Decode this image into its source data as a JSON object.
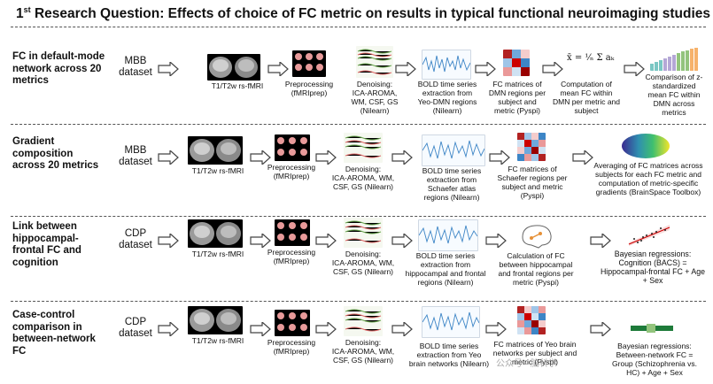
{
  "title_sup": "st",
  "title_prefix": "1",
  "title_rest": " Research Question: Effects of choice of FC metric on results in typical functional neuroimaging studies",
  "rows": [
    {
      "question": "FC in default-mode\nnetwork across 20\nmetrics",
      "dataset": "MBB\ndataset",
      "mri_label": "T1/T2w rs-fMRI",
      "prep_label": "Preprocessing\n(fMRIprep)",
      "denoise_label": "Denoising:\nICA-AROMA,\nWM, CSF, GS\n(Nilearn)",
      "bold_label": "BOLD time series\nextraction from\nYeo-DMN regions\n(Nilearn)",
      "fc_label": "FC matrices of\nDMN regions per\nsubject and\nmetric (Pyspi)",
      "step_label": "Computation of\nmean FC within\nDMN per metric and\nsubject",
      "result_label": "Comparison of z-\nstandardized\nmean FC within\nDMN across\nmetrics"
    },
    {
      "question": "Gradient\ncomposition\nacross 20 metrics",
      "dataset": "MBB\ndataset",
      "mri_label": "T1/T2w rs-fMRI",
      "prep_label": "Preprocessing\n(fMRIprep)",
      "denoise_label": "Denoising:\nICA-AROMA, WM,\nCSF, GS (Nilearn)",
      "bold_label": "BOLD time series\nextraction from\nSchaefer atlas\nregions (Nilearn)",
      "fc_label": "FC matrices of\nSchaefer regions per\nsubject and metric\n(Pyspi)",
      "result_label": "Averaging of FC matrices across\nsubjects for each FC metric and\ncomputation of metric-specific\ngradients (BrainSpace Toolbox)"
    },
    {
      "question": "Link between\nhippocampal-\nfrontal FC and\ncognition",
      "dataset": "CDP\ndataset",
      "mri_label": "T1/T2w rs-fMRI",
      "prep_label": "Preprocessing\n(fMRIprep)",
      "denoise_label": "Denoising:\nICA-AROMA, WM,\nCSF, GS (Nilearn)",
      "bold_label": "BOLD time series\nextraction from\nhippocampal and frontal\nregions (Nilearn)",
      "fc_label": "Calculation of FC\nbetween hippocampal\nand frontal regions per\nmetric (Pyspi)",
      "result_label": "Bayesian regressions:\nCognition (BACS) =\nHippocampal-frontal FC + Age\n+ Sex"
    },
    {
      "question": "Case-control\ncomparison in\nbetween-network\nFC",
      "dataset": "CDP\ndataset",
      "mri_label": "T1/T2w rs-fMRI",
      "prep_label": "Preprocessing\n(fMRIprep)",
      "denoise_label": "Denoising:\nICA-AROMA, WM,\nCSF, GS (Nilearn)",
      "bold_label": "BOLD time series\nextraction from Yeo\nbrain networks (Nilearn)",
      "fc_label": "FC matrices of Yeo brain\nnetworks per subject and\nmetric (Pyspi)",
      "result_label": "Bayesian regressions:\nBetween-network FC =\nGroup (Schizophrenia vs.\nHC) + Age + Sex"
    }
  ],
  "watermark": "公众号 · 脑科学"
}
